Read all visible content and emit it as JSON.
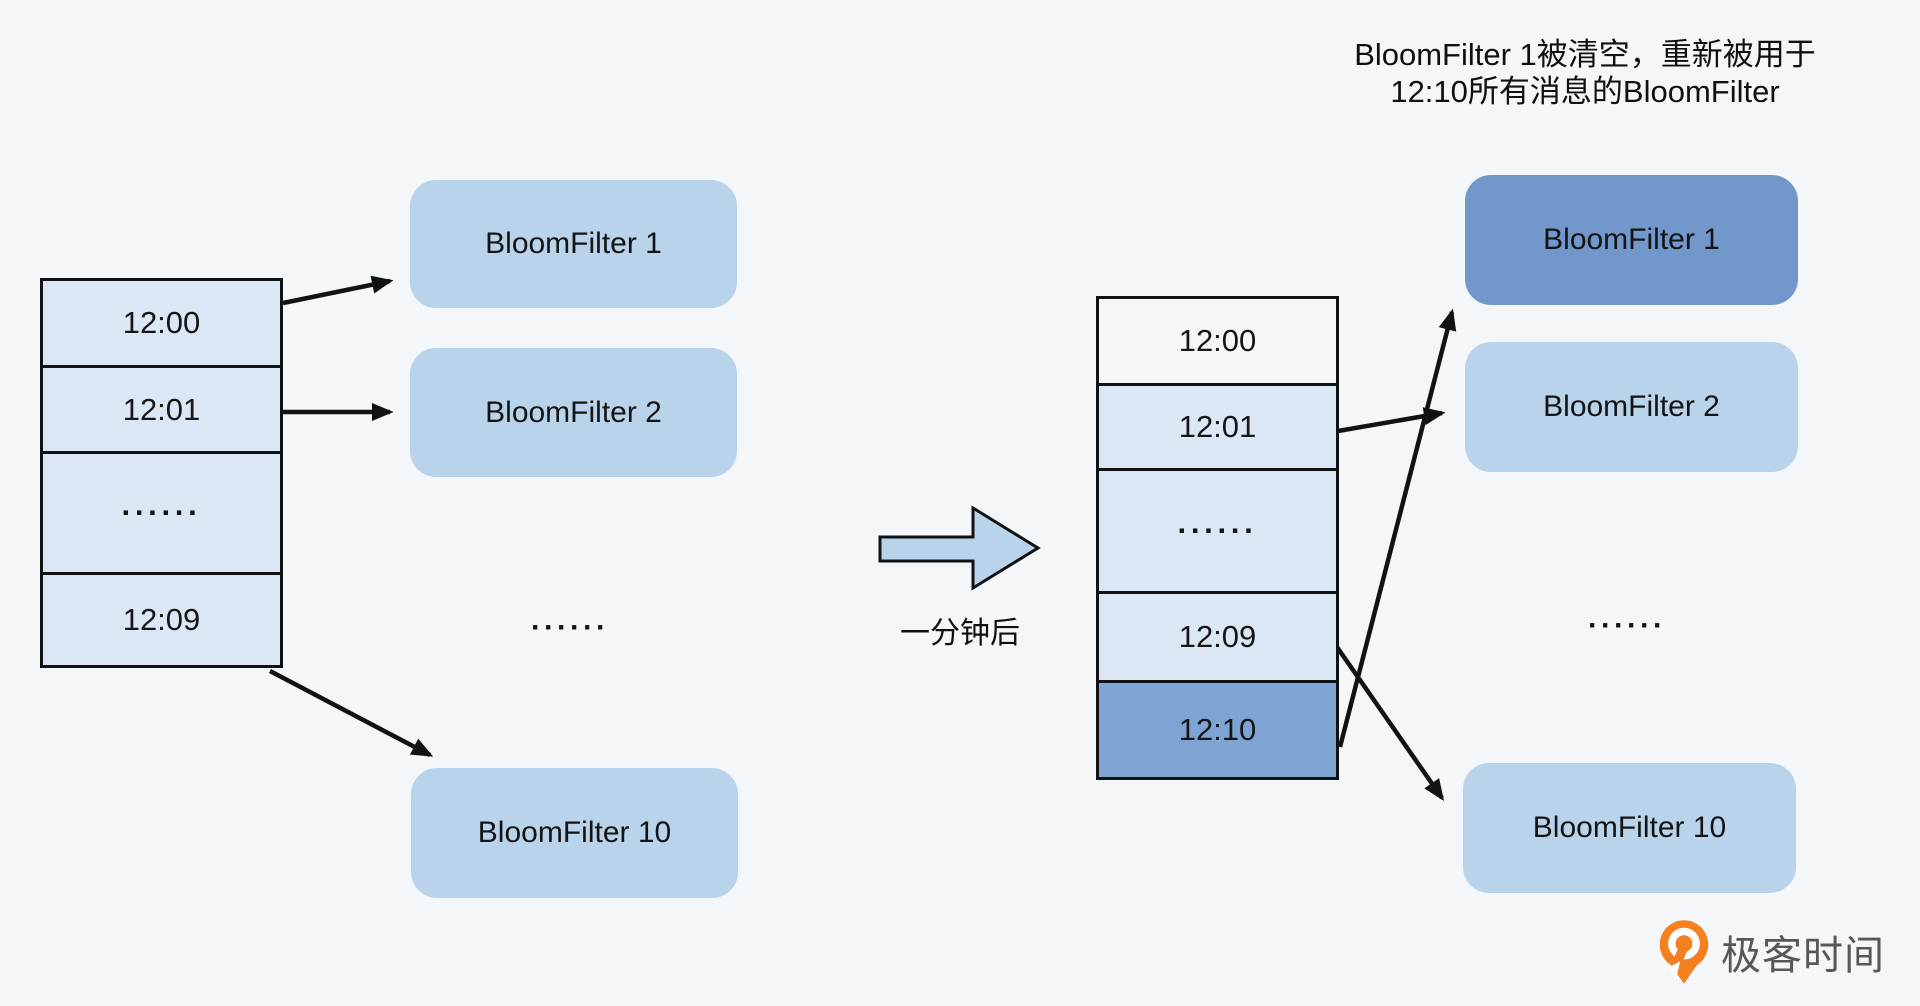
{
  "caption": {
    "line1": "BloomFilter 1被清空，重新被用于",
    "line2": "12:10所有消息的BloomFilter"
  },
  "before": {
    "table": {
      "rows": [
        "12:00",
        "12:01",
        "······",
        "12:09"
      ]
    },
    "filters": [
      "BloomFilter 1",
      "BloomFilter 2",
      "······",
      "BloomFilter 10"
    ]
  },
  "transition": {
    "label": "一分钟后"
  },
  "after": {
    "table": {
      "rows": [
        "12:00",
        "12:01",
        "······",
        "12:09",
        "12:10"
      ]
    },
    "filters": [
      "BloomFilter 1",
      "BloomFilter 2",
      "······",
      "BloomFilter 10"
    ]
  },
  "logo": {
    "text": "极客时间"
  },
  "colors": {
    "background": "#f3f7fa",
    "table_row": "#dbe7f4",
    "table_row_first": "#f5f6f8",
    "table_row_highlight": "#7ea4d3",
    "filter_light": "#b9d3ea",
    "filter_dark": "#7197cb",
    "arrow_fill": "#b9d4ea",
    "line": "#121212",
    "text": "#161616",
    "logo_orange": "#f5801f",
    "logo_text": "#575757"
  }
}
